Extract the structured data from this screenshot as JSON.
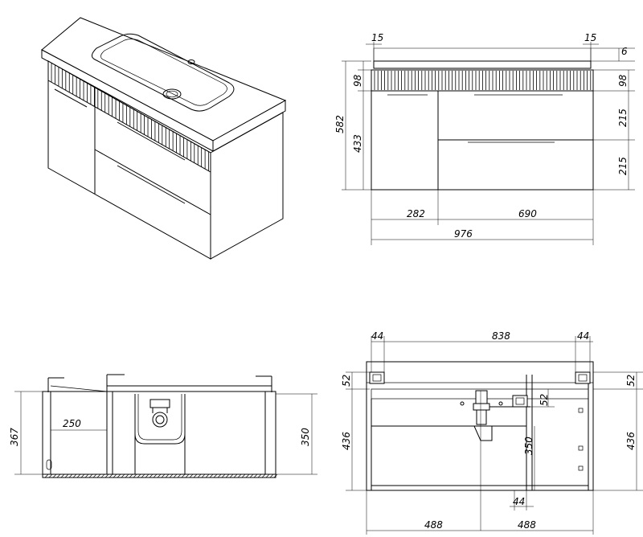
{
  "views": {
    "front": {
      "dims": {
        "top_left": "15",
        "top_right": "15",
        "top_edge": "6",
        "fluting_left": "98",
        "fluting_right": "98",
        "overall_height": "582",
        "door_height": "433",
        "drawer_top": "215",
        "drawer_bottom": "215",
        "door_width": "282",
        "drawers_width": "690",
        "overall_width": "976"
      }
    },
    "side_section": {
      "dims": {
        "height_left": "367",
        "shelf_depth": "250",
        "height_right": "350"
      }
    },
    "top_section": {
      "dims": {
        "left_offset": "44",
        "center_span": "838",
        "right_offset": "44",
        "top_left": "52",
        "top_right": "52",
        "inner_small": "52",
        "height_left": "436",
        "height_right": "436",
        "drain_height": "350",
        "drain_width": "44",
        "half_left": "488",
        "half_right": "488"
      }
    }
  }
}
